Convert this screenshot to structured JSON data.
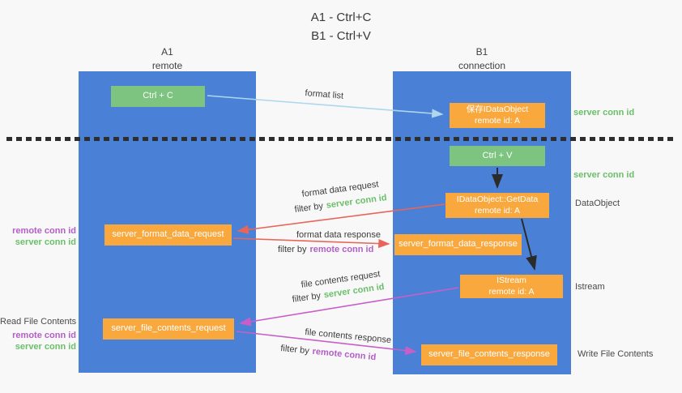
{
  "title": [
    "A1 - Ctrl+C",
    "B1 - Ctrl+V"
  ],
  "columns": {
    "left": {
      "header": [
        "A1",
        "remote"
      ]
    },
    "right": {
      "header": [
        "B1",
        "connection"
      ]
    }
  },
  "boxes": {
    "ctrl_c": "Ctrl + C",
    "ctrl_v": "Ctrl + V",
    "save_dataobject": [
      "保存IDataObject",
      "remote id: A"
    ],
    "getdata": [
      "IDataObject::GetData",
      "remote id: A"
    ],
    "istream": [
      "IStream",
      "remote id: A"
    ],
    "server_format_data_request": "server_format_data_request",
    "server_format_data_response": "server_format_data_response",
    "server_file_contents_request": "server_file_contents_request",
    "server_file_contents_response": "server_file_contents_response"
  },
  "arrow_labels": {
    "format_list": "format list",
    "format_data_request": "format data request",
    "format_data_response": "format data response",
    "file_contents_request": "file contents request",
    "file_contents_response": "file contents response",
    "filter_by": "filter by"
  },
  "conn_ids": {
    "server": "server conn id",
    "remote": "remote conn id"
  },
  "side_labels": {
    "dataobject": "DataObject",
    "istream": "Istream",
    "read_file_contents": "Read File Contents",
    "write_file_contents": "Write File Contents"
  },
  "colors": {
    "column_blue": "#4a80d5",
    "box_green": "#7cc47f",
    "box_orange": "#f8a83d",
    "green_text": "#6abf69",
    "purple_text": "#b45ec7",
    "arrow_red": "#e8655b",
    "arrow_magenta": "#c85fc8",
    "arrow_blue": "#aed7ef",
    "arrow_black": "#2b2b2b"
  }
}
